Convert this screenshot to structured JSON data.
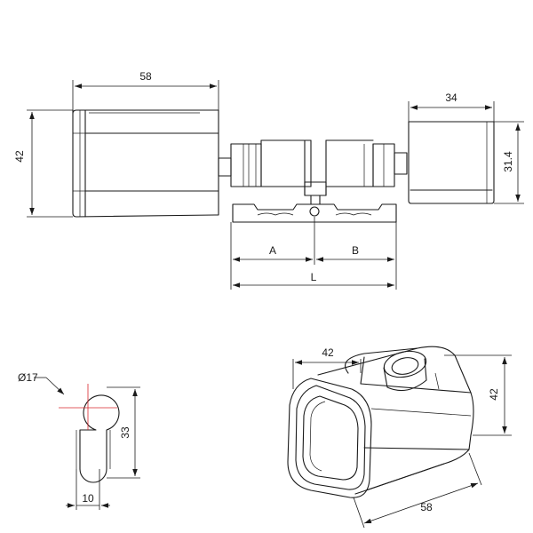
{
  "front_view": {
    "knob_width": "58",
    "knob_height": "42",
    "thumbturn_width": "34",
    "thumbturn_height": "31.4",
    "segment_a": "A",
    "segment_b": "B",
    "total_length": "L"
  },
  "profile_view": {
    "diameter": "Ø17",
    "height": "33",
    "width": "10"
  },
  "iso_view": {
    "width": "42",
    "height": "42",
    "depth": "58"
  },
  "colors": {
    "line": "#1a1a1a",
    "centerline": "#d9262c",
    "background": "#ffffff"
  }
}
